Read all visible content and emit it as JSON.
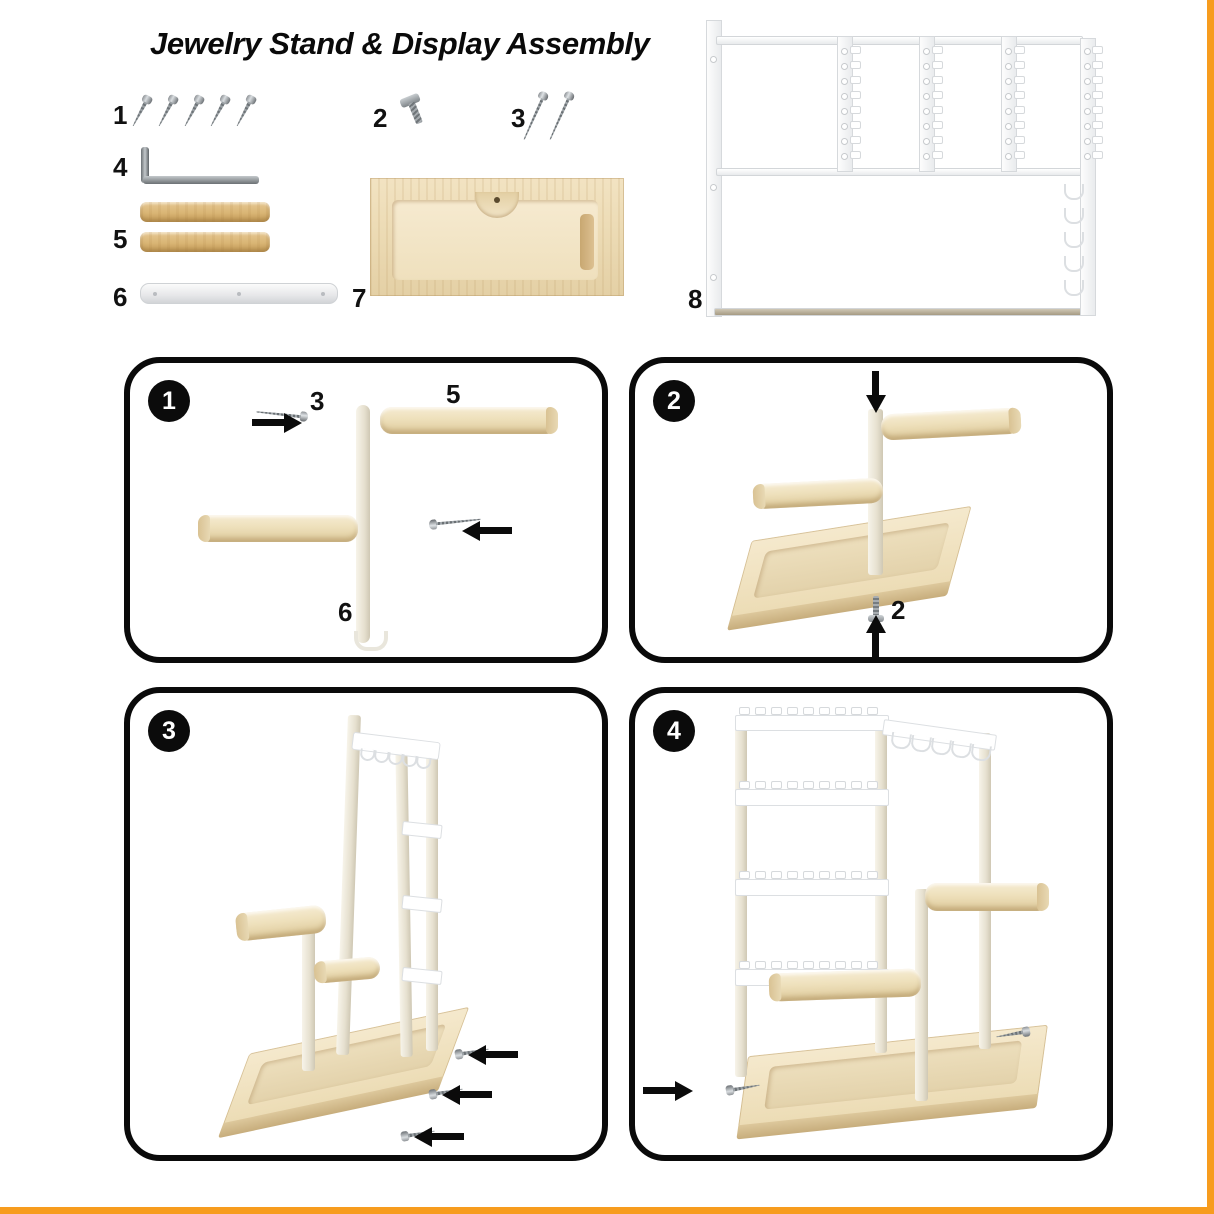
{
  "document": {
    "title": "Jewelry Stand & Display Assembly",
    "accent_color": "#f79c1e",
    "ink_color": "#0a0a0a"
  },
  "parts_list": {
    "items": [
      {
        "number": "1",
        "icon": "small-screw",
        "quantity": 5,
        "description": "Small screws"
      },
      {
        "number": "2",
        "icon": "flat-head-bolt",
        "quantity": 1,
        "description": "Flat head bolt"
      },
      {
        "number": "3",
        "icon": "long-screw",
        "quantity": 2,
        "description": "Long screws"
      },
      {
        "number": "4",
        "icon": "allen-wrench",
        "quantity": 1,
        "description": "L-shaped hex wrench"
      },
      {
        "number": "5",
        "icon": "wood-dowel",
        "quantity": 2,
        "description": "Wooden dowel bars"
      },
      {
        "number": "6",
        "icon": "white-metal-strip",
        "quantity": 1,
        "description": "White metal post strip"
      },
      {
        "number": "7",
        "icon": "wood-base-tray",
        "quantity": 1,
        "description": "Wooden base tray"
      },
      {
        "number": "8",
        "icon": "white-rack-frame",
        "quantity": 1,
        "description": "White metal rack frame"
      }
    ]
  },
  "steps": [
    {
      "badge": "1",
      "callouts": [
        {
          "label": "3",
          "target": "long-screw"
        },
        {
          "label": "5",
          "target": "wood-dowel"
        },
        {
          "label": "6",
          "target": "white-metal-strip"
        }
      ],
      "arrows": [
        "right",
        "left"
      ]
    },
    {
      "badge": "2",
      "callouts": [
        {
          "label": "2",
          "target": "flat-head-bolt"
        }
      ],
      "arrows": [
        "down",
        "up"
      ]
    },
    {
      "badge": "3",
      "callouts": [],
      "arrows": [
        "left",
        "left",
        "left"
      ]
    },
    {
      "badge": "4",
      "callouts": [],
      "arrows": [
        "right"
      ]
    }
  ]
}
